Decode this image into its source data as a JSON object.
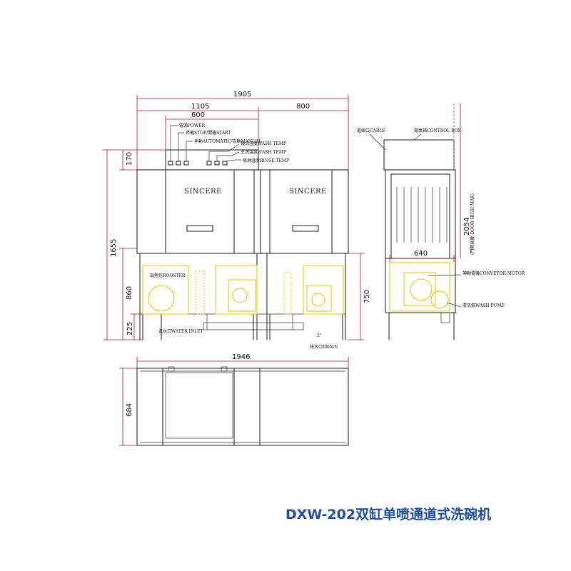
{
  "title": "DXW-202双缸单喷通道式洗碗机",
  "logo": "SINCERE",
  "dimensions": {
    "overall_width": "1905",
    "left_section": "1105",
    "right_section": "800",
    "panel": "600",
    "top_offset": "170",
    "height": "1655",
    "leg_height": "860",
    "foot": "225",
    "right_leg": "750",
    "side_height": "2054",
    "side_width": "640",
    "plan_width": "1946",
    "plan_depth": "684"
  },
  "labels": {
    "power": "電源POWER",
    "stop_start": "停機STOP/開機START",
    "auto_manual": "手動AUTOMATIC/自動MANUAL",
    "wash_temp_pre": "預洗溫度WASH TEMP",
    "wash_temp_main": "主洗溫度WASH TEMP",
    "rinse_temp": "噴淋溫度RINSE TEMP",
    "booster": "加熱包BOOSTER",
    "water_inlet": "進水口WATER INLET",
    "drain_size": "2\"",
    "drain": "排水口DRAIN",
    "cable": "進線口CABLE",
    "control_box": "電氣箱CONTROL BOX",
    "door_high": "(門開高度 DOOR HIGH MAX)",
    "conveyor_motor": "傳動電機CONVEYOR MOTOR",
    "wash_pump": "清洗泵WASH PUMP"
  }
}
